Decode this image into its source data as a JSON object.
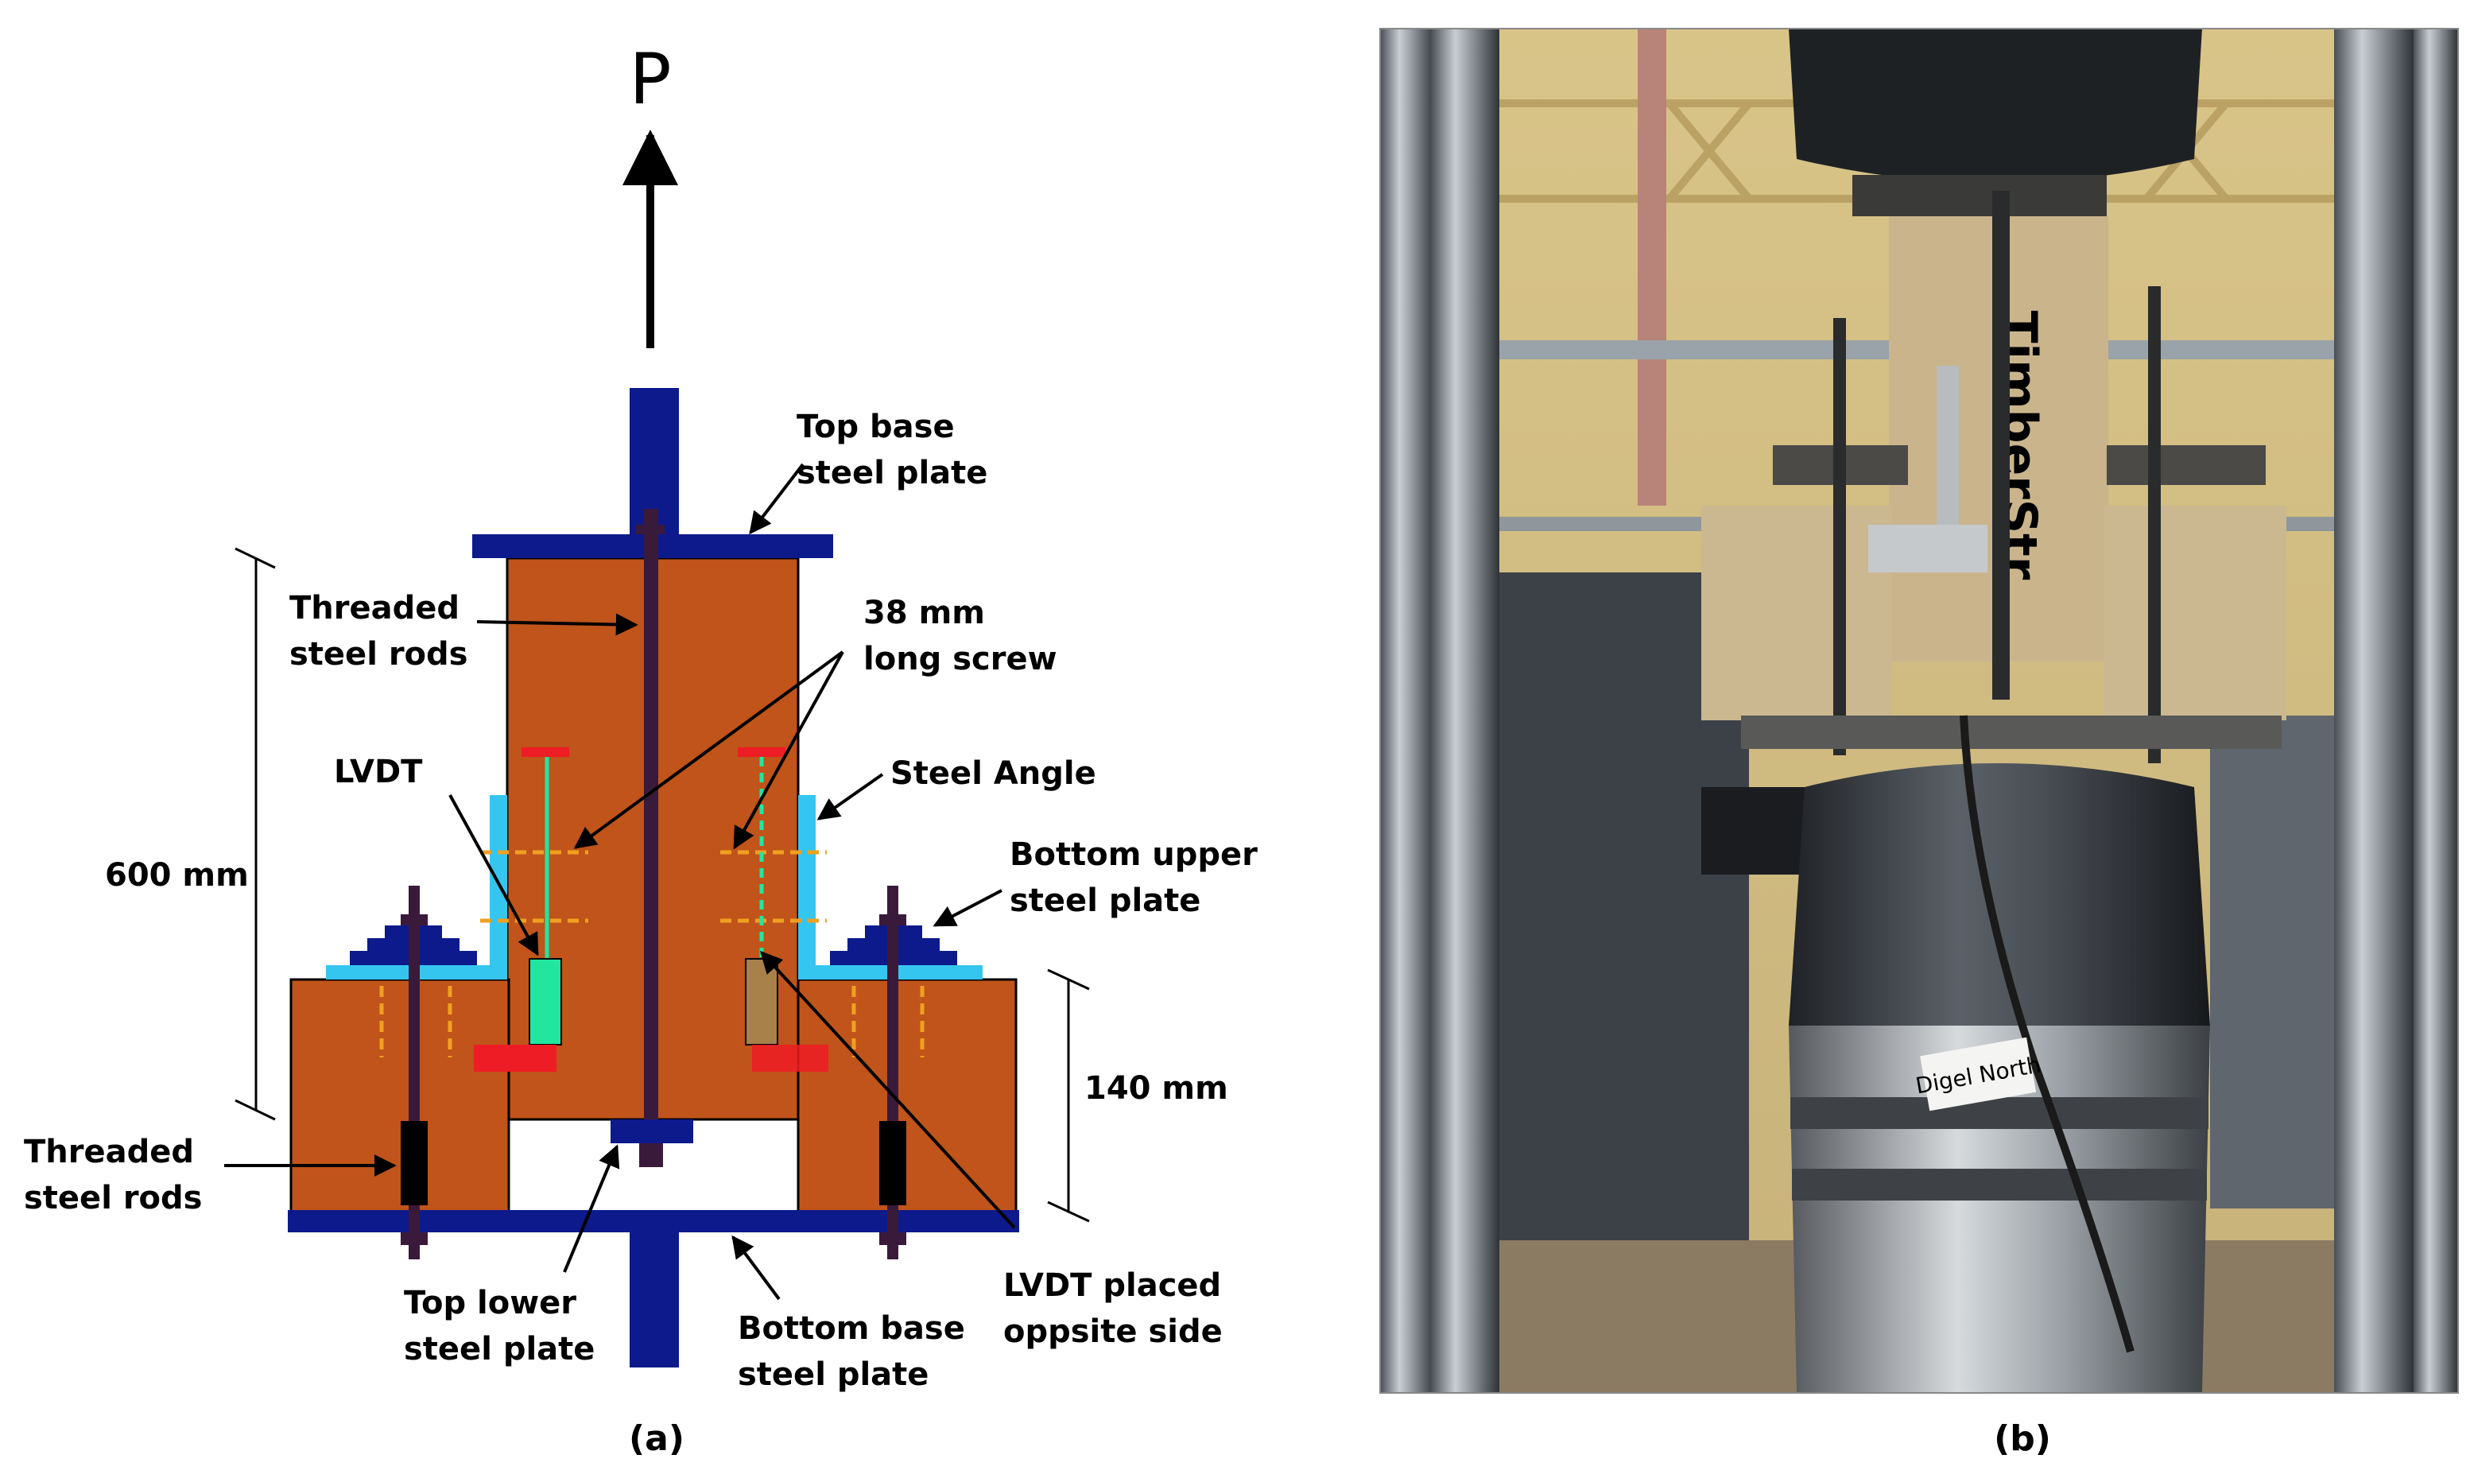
{
  "panel_a": {
    "load_symbol": "P",
    "labels": {
      "top_base": [
        "Top base",
        "steel plate"
      ],
      "threaded_upper": [
        "Threaded",
        "steel rods"
      ],
      "screw": [
        "38 mm",
        "long screw"
      ],
      "lvdt": "LVDT",
      "steel_angle": "Steel Angle",
      "bottom_upper": [
        "Bottom upper",
        "steel plate"
      ],
      "dim_600": "600 mm",
      "dim_140": "140 mm",
      "threaded_lower": [
        "Threaded",
        "steel rods"
      ],
      "top_lower": [
        "Top lower",
        "steel plate"
      ],
      "bottom_base": [
        "Bottom base",
        "steel plate"
      ],
      "lvdt_opposite": [
        "LVDT placed",
        "oppsite side"
      ]
    },
    "caption": "(a)",
    "colors": {
      "wood": "#c0541a",
      "steel_plate": "#0d1a8c",
      "steel_angle": "#35c6f0",
      "rod": "#3a1a3a",
      "lvdt_front": "#22e6a0",
      "lvdt_back": "#a8804a",
      "lvdt_bracket": "#ee1c24",
      "screw": "#f0a020"
    }
  },
  "panel_b": {
    "caption": "(b)",
    "photo_label": "Digel North",
    "post_text": "TimberStr"
  }
}
